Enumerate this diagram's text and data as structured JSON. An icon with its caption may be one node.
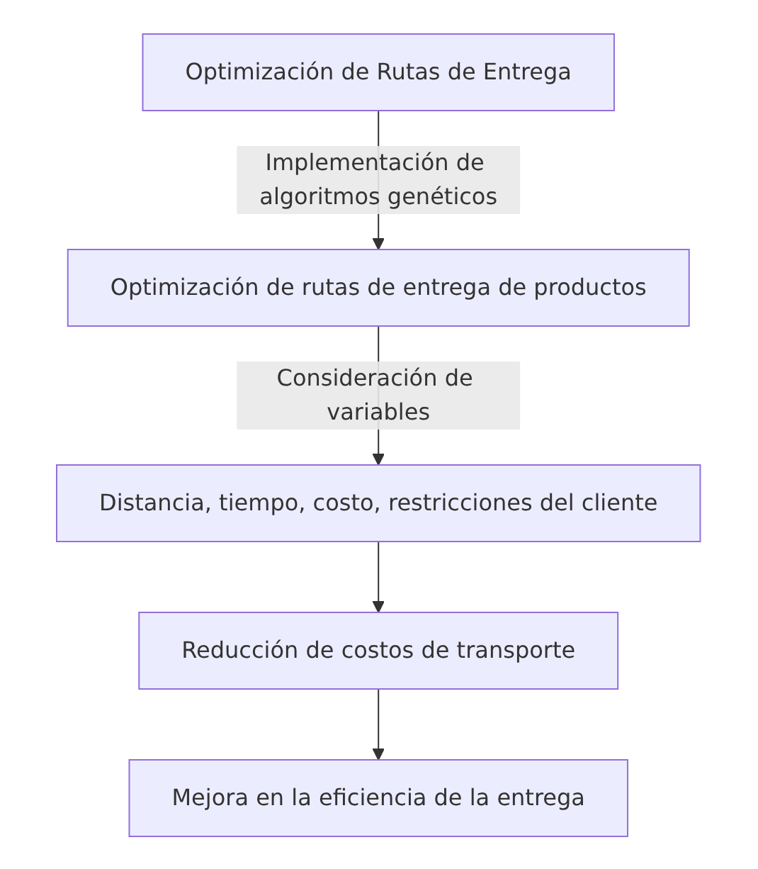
{
  "diagram": {
    "nodes": [
      {
        "text": [
          "Optimización de Rutas de Entrega"
        ]
      },
      {
        "text": [
          "Optimización de rutas de entrega de productos"
        ]
      },
      {
        "text": [
          "Distancia, tiempo, costo, restricciones del cliente"
        ]
      },
      {
        "text": [
          "Reducción de costos de transporte"
        ]
      },
      {
        "text": [
          "Mejora en la eficiencia de la entrega"
        ]
      }
    ],
    "edges": [
      {
        "from": 0,
        "to": 1,
        "arrow": "to",
        "label": "Implementación de algoritmos genéticos"
      },
      {
        "from": 1,
        "to": 2,
        "arrow": "to",
        "label": "Consideración de variables"
      },
      {
        "from": 2,
        "to": 3,
        "arrow": "to"
      },
      {
        "from": 3,
        "to": 4,
        "arrow": "to"
      }
    ]
  }
}
